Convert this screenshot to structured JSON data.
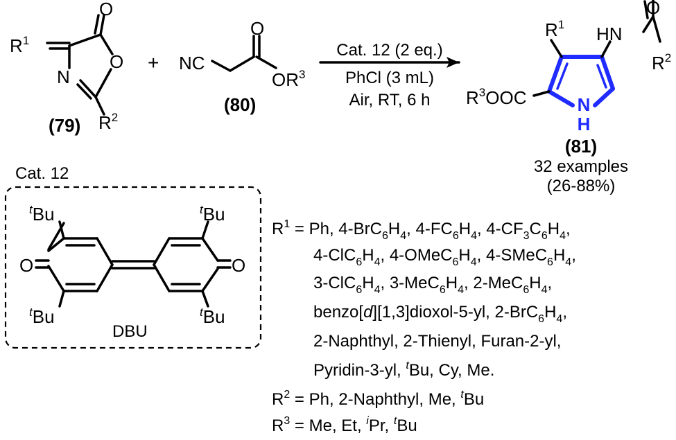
{
  "reactant_79": {
    "label": "(79)",
    "r1": "R",
    "r1_sup": "1",
    "r2": "R",
    "r2_sup": "2",
    "o_carbonyl": "O",
    "o_ring": "O",
    "n_ring": "N"
  },
  "plus": "+",
  "reactant_80": {
    "label": "(80)",
    "nc": "NC",
    "o_carbonyl": "O",
    "or3": "OR",
    "or3_sup": "3"
  },
  "conditions": {
    "line1": "Cat. 12 (2 eq.)",
    "line2": "PhCl (3 mL)",
    "line3": "Air, RT, 6 h"
  },
  "product_81": {
    "label": "(81)",
    "examples": "32 examples",
    "yield": "(26-88%)",
    "r1": "R",
    "r1_sup": "1",
    "hn": "HN",
    "o": "O",
    "r2": "R",
    "r2_sup": "2",
    "ester_r": "R",
    "ester_sup": "3",
    "ester_rest": "OOC",
    "nh_n": "N",
    "nh_h": "H"
  },
  "catalyst": {
    "title": "Cat. 12",
    "name": "DBU",
    "tbu_t": "t",
    "tbu_bu": "Bu",
    "o": "O"
  },
  "substituents": {
    "r1_label": "R",
    "r1_sup": "1",
    "r2_label": "R",
    "r2_sup": "2",
    "r3_label": "R",
    "r3_sup": "3",
    "eq": " = ",
    "r1_line1": [
      "Ph, 4-BrC",
      "6",
      "H",
      "4",
      ", 4-FC",
      "6",
      "H",
      "4",
      ", 4-CF",
      "3",
      "C",
      "6",
      "H",
      "4",
      ","
    ],
    "r1_line2": [
      "4-ClC",
      "6",
      "H",
      "4",
      ", 4-OMeC",
      "6",
      "H",
      "4",
      ", 4-SMeC",
      "6",
      "H",
      "4",
      ","
    ],
    "r1_line3": [
      "3-ClC",
      "6",
      "H",
      "4",
      ", 3-MeC",
      "6",
      "H",
      "4",
      ", 2-MeC",
      "6",
      "H",
      "4",
      ","
    ],
    "r1_line4": [
      "benzo[",
      "d",
      "][1,3]dioxol-5-yl, 2-BrC",
      "6",
      "H",
      "4",
      ","
    ],
    "r1_line5": "2-Naphthyl, 2-Thienyl, Furan-2-yl,",
    "r1_line6": [
      "Pyridin-3-yl, ",
      "t",
      "Bu, Cy, Me."
    ],
    "r2_text": [
      "Ph, 2-Naphthyl, Me, ",
      "t",
      "Bu"
    ],
    "r3_text": [
      "Me, Et, ",
      "i",
      "Pr, ",
      "t",
      "Bu"
    ]
  },
  "colors": {
    "highlight": "#1f2bff",
    "text": "#000000"
  }
}
